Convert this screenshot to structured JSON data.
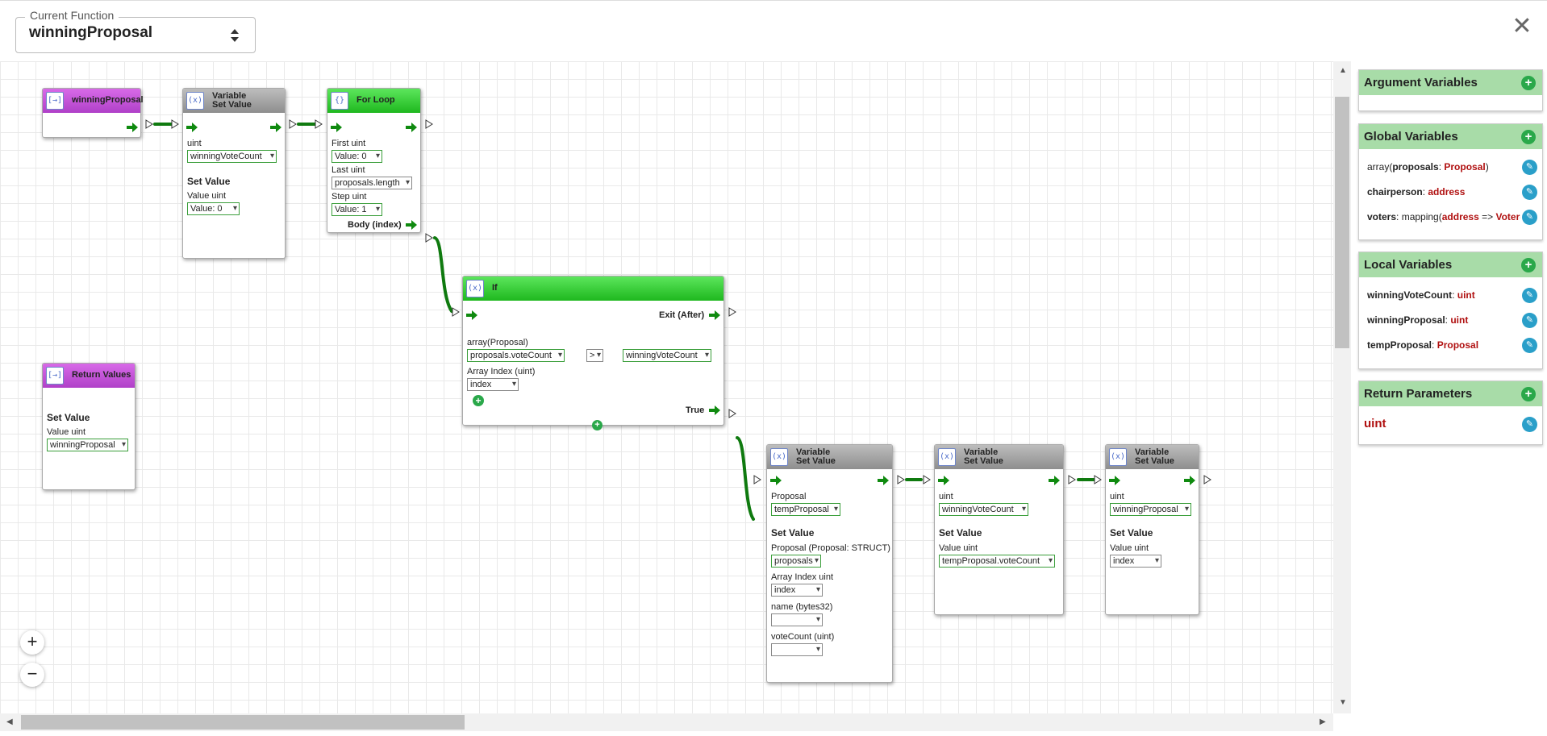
{
  "header": {
    "legend": "Current Function",
    "function_name": "winningProposal",
    "close_symbol": "✕"
  },
  "nodes": {
    "fn_entry": {
      "title": "winningProposal"
    },
    "set1": {
      "title1": "Variable",
      "title2": "Set Value",
      "type_label": "uint",
      "var": "winningVoteCount",
      "set_value": "Set Value",
      "value_label": "Value uint",
      "value": "Value: 0"
    },
    "for_loop": {
      "title": "For Loop",
      "first_label": "First uint",
      "first_value": "Value: 0",
      "last_label": "Last uint",
      "last_value": "proposals.length",
      "step_label": "Step uint",
      "step_value": "Value: 1",
      "body_label": "Body (index)"
    },
    "if_node": {
      "title": "If",
      "exit_label": "Exit (After)",
      "array_label": "array(Proposal)",
      "left_value": "proposals.voteCount",
      "operator": ">",
      "right_value": "winningVoteCount",
      "index_label": "Array Index (uint)",
      "index_value": "index",
      "true_label": "True"
    },
    "return_values": {
      "title": "Return Values",
      "set_value": "Set Value",
      "value_label": "Value uint",
      "value": "winningProposal"
    },
    "set2": {
      "title1": "Variable",
      "title2": "Set Value",
      "type_label": "Proposal",
      "var": "tempProposal",
      "set_value": "Set Value",
      "struct_label": "Proposal (Proposal: STRUCT)",
      "struct_value": "proposals",
      "index_label": "Array Index uint",
      "index_value": "index",
      "name_label": "name (bytes32)",
      "name_value": "",
      "vote_label": "voteCount (uint)",
      "vote_value": ""
    },
    "set3": {
      "title1": "Variable",
      "title2": "Set Value",
      "type_label": "uint",
      "var": "winningVoteCount",
      "set_value": "Set Value",
      "value_label": "Value uint",
      "value": "tempProposal.voteCount"
    },
    "set4": {
      "title1": "Variable",
      "title2": "Set Value",
      "type_label": "uint",
      "var": "winningProposal",
      "set_value": "Set Value",
      "value_label": "Value uint",
      "value": "index"
    }
  },
  "zoom": {
    "in": "+",
    "out": "−"
  },
  "panels": {
    "argument": {
      "title": "Argument Variables"
    },
    "global": {
      "title": "Global Variables",
      "items": [
        {
          "prefix": "array(",
          "name": "proposals",
          "sep": ": ",
          "type": "Proposal",
          "suffix": ")"
        },
        {
          "name": "chairperson",
          "sep": ": ",
          "type": "address"
        },
        {
          "name": "voters",
          "sep": ": mapping(",
          "type": "address",
          "arrow": " => ",
          "type2": "Voter(STR"
        }
      ]
    },
    "local": {
      "title": "Local Variables",
      "items": [
        {
          "name": "winningVoteCount",
          "sep": ": ",
          "type": "uint"
        },
        {
          "name": "winningProposal",
          "sep": ": ",
          "type": "uint"
        },
        {
          "name": "tempProposal",
          "sep": ": ",
          "type": "Proposal"
        }
      ]
    },
    "return": {
      "title": "Return Parameters",
      "items": [
        {
          "type": "uint"
        }
      ]
    }
  },
  "colors": {
    "accent_green": "#1fb81f",
    "panel_header": "#a8dca8",
    "type_red": "#b01010",
    "edit_blue": "#2a9fc9",
    "wire": "#0f7a0f"
  }
}
